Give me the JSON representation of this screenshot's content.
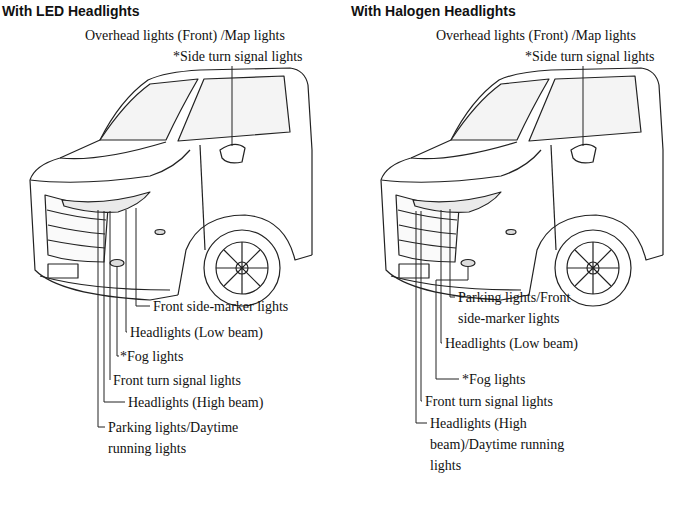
{
  "diagram": {
    "labels": [
      "With LED Headlights",
      "Overhead lights (Front) /Map lights",
      "*Side turn signal lights",
      "Front side-marker lights",
      "Headlights (Low beam)",
      "*Fog lights",
      "Front turn signal lights",
      "Headlights (High beam)",
      "Parking lights/Daytime running lights",
      "With Halogen Headlights",
      "Overhead lights (Front) /Map lights",
      "*Side turn signal lights",
      "Parking lights/Front side-marker lights",
      "Headlights (Low beam)",
      "*Fog lights",
      "Front turn signal lights",
      "Headlights (High beam)/Daytime running lights"
    ]
  }
}
